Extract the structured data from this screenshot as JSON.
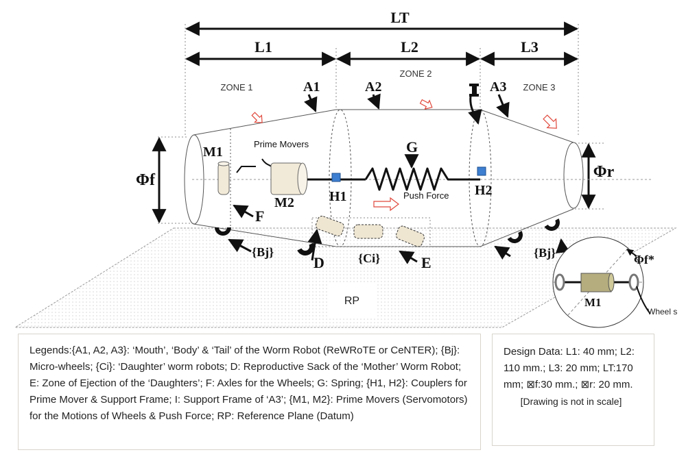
{
  "dimensions": {
    "lt": "LT",
    "l1": "L1",
    "l2": "L2",
    "l3": "L3",
    "phi_f": "Φf",
    "phi_r": "Φr",
    "phi_f_star": "Φf*"
  },
  "zones": {
    "z1": "ZONE 1",
    "z2": "ZONE 2",
    "z3": "ZONE 3"
  },
  "parts": {
    "a1": "A1",
    "a2": "A2",
    "a3": "A3",
    "i": "I",
    "m1": "M1",
    "m2": "M2",
    "prime_movers": "Prime Movers",
    "g": "G",
    "h1": "H1",
    "h2": "H2",
    "push_force": "Push Force",
    "f": "F",
    "bj_left": "{Bj}",
    "bj_right": "{Bj}",
    "d": "D",
    "ci": "{Ci}",
    "e": "E",
    "rp": "RP",
    "inset_m1": "M1",
    "wheels": "Wheel s"
  },
  "legend": {
    "text": "Legends:{A1, A2, A3}:  ‘Mouth’, ‘Body’ & ‘Tail’ of the Worm Robot (ReWRoTE or CeNTER); {Bj}: Micro-wheels; {Ci}: ‘Daughter’ worm robots; D: Reproductive Sack of the ‘Mother’ Worm Robot; E: Zone of Ejection of the ‘Daughters’; F: Axles for the Wheels; G: Spring; {H1, H2}: Couplers for Prime Mover & Support Frame; I: Support Frame of ‘A3’; {M1, M2}: Prime Movers (Servomotors) for the Motions of Wheels & Push Force; RP: Reference Plane (Datum)"
  },
  "design_data": {
    "text": "Design Data: L1: 40 mm; L2: 110 mm.; L3: 20 mm; LT:170 mm; ⊠f:30 mm.; ⊠r: 20 mm.",
    "note": "[Drawing is not in scale]"
  },
  "colors": {
    "line": "#111111",
    "thin": "#777777",
    "accent_arrow": "#e0483c",
    "coupler": "#3e7fd1",
    "plane": "#999999",
    "motor": "#f2ead8",
    "inset_motor": "#b5ad7e"
  }
}
